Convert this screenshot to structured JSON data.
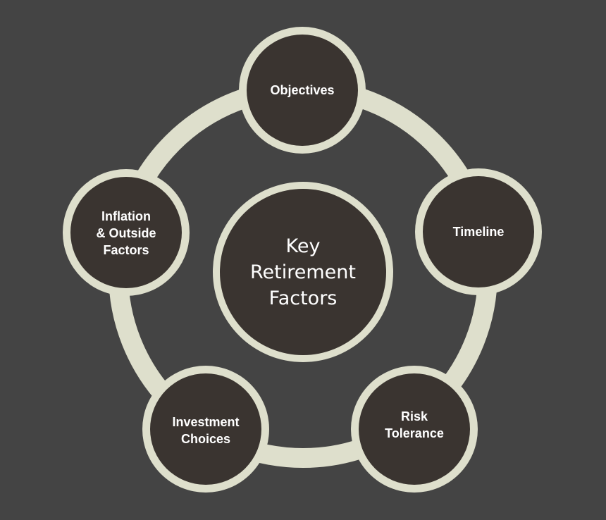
{
  "colors": {
    "background": "#444444",
    "ring": "#dedfcc",
    "node_fill": "#3a3430",
    "text": "#ffffff"
  },
  "center": {
    "lines": [
      "Key",
      "Retirement",
      "Factors"
    ]
  },
  "nodes": [
    {
      "id": "objectives",
      "lines": [
        "Objectives"
      ]
    },
    {
      "id": "timeline",
      "lines": [
        "Timeline"
      ]
    },
    {
      "id": "risk-tolerance",
      "lines": [
        "Risk",
        "Tolerance"
      ]
    },
    {
      "id": "investment-choices",
      "lines": [
        "Investment",
        "Choices"
      ]
    },
    {
      "id": "inflation-outside-factors",
      "lines": [
        "Inflation",
        "& Outside",
        "Factors"
      ]
    }
  ]
}
